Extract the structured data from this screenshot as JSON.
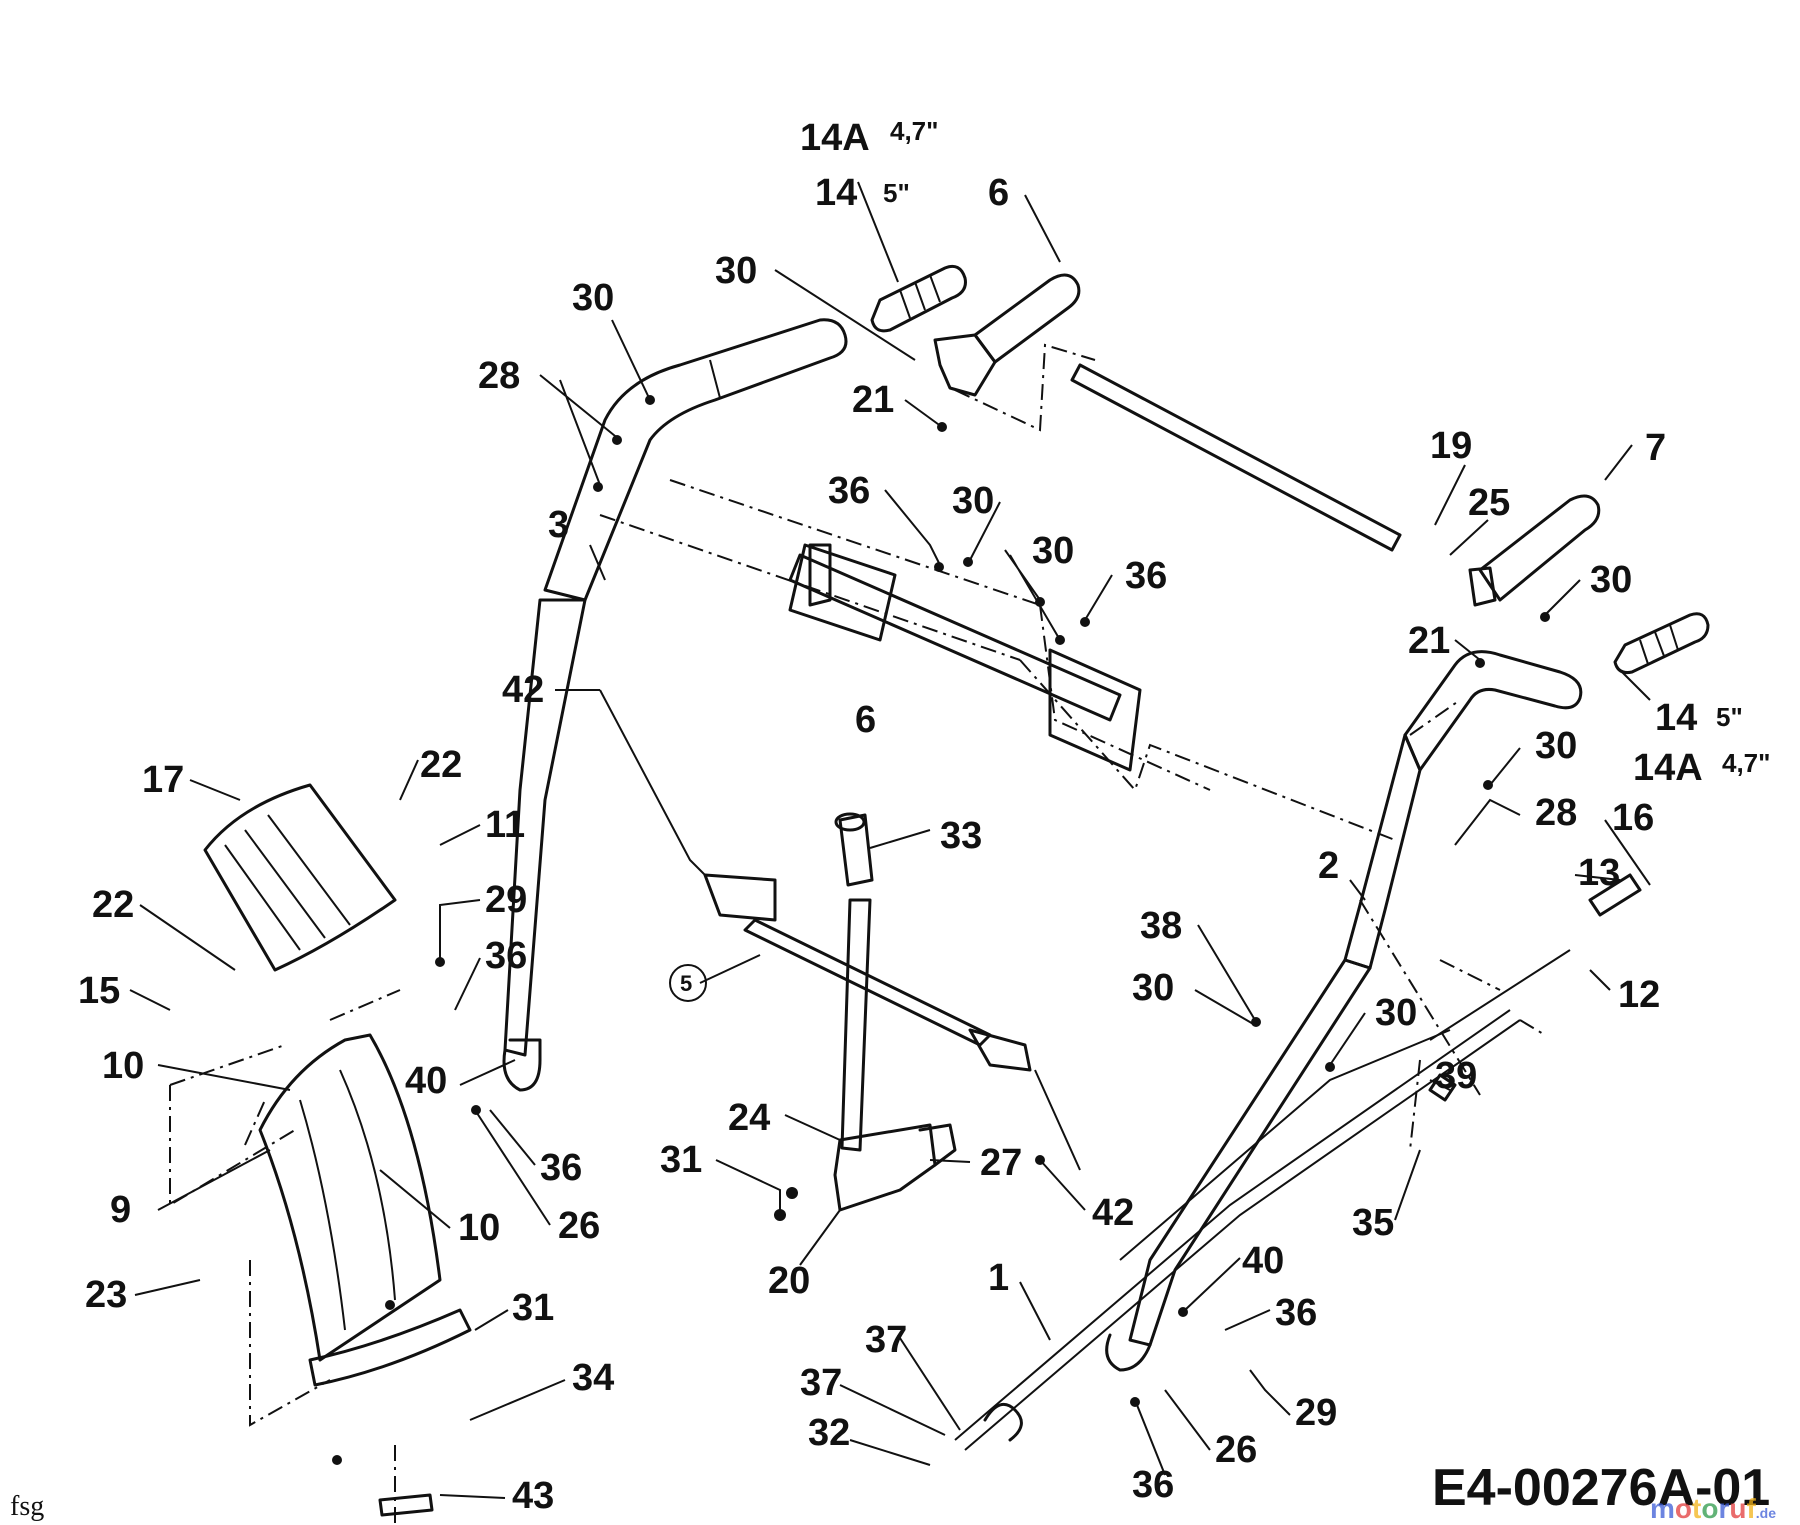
{
  "drawing_id": "E4-00276A-01",
  "corner_note": "fsg",
  "watermark": {
    "text": "motoruf",
    "suffix": ".de",
    "colors": [
      "#3b5bd6",
      "#e23b3b",
      "#f2b31a",
      "#2e9a4a"
    ]
  },
  "callouts": [
    {
      "id": "14a-top",
      "num": "14A",
      "size": "4,7\""
    },
    {
      "id": "14-top",
      "num": "14",
      "size": "5\""
    },
    {
      "id": "6-top",
      "num": "6"
    },
    {
      "id": "30-a",
      "num": "30"
    },
    {
      "id": "30-b",
      "num": "30"
    },
    {
      "id": "28-left",
      "num": "28"
    },
    {
      "id": "21-left",
      "num": "21"
    },
    {
      "id": "3",
      "num": "3"
    },
    {
      "id": "36-mid",
      "num": "36"
    },
    {
      "id": "30-mid1",
      "num": "30"
    },
    {
      "id": "30-mid2",
      "num": "30"
    },
    {
      "id": "36-mid2",
      "num": "36"
    },
    {
      "id": "19",
      "num": "19"
    },
    {
      "id": "25",
      "num": "25"
    },
    {
      "id": "7",
      "num": "7"
    },
    {
      "id": "30-right",
      "num": "30"
    },
    {
      "id": "21-right",
      "num": "21"
    },
    {
      "id": "14-right",
      "num": "14",
      "size": "5\""
    },
    {
      "id": "14a-right",
      "num": "14A",
      "size": "4,7\""
    },
    {
      "id": "6-mid",
      "num": "6"
    },
    {
      "id": "30-right2",
      "num": "30"
    },
    {
      "id": "28-right",
      "num": "28"
    },
    {
      "id": "42-left",
      "num": "42"
    },
    {
      "id": "17",
      "num": "17"
    },
    {
      "id": "22-top",
      "num": "22"
    },
    {
      "id": "11",
      "num": "11"
    },
    {
      "id": "33",
      "num": "33"
    },
    {
      "id": "16",
      "num": "16"
    },
    {
      "id": "13",
      "num": "13"
    },
    {
      "id": "2",
      "num": "2"
    },
    {
      "id": "22-left",
      "num": "22"
    },
    {
      "id": "29-top",
      "num": "29"
    },
    {
      "id": "36-left",
      "num": "36"
    },
    {
      "id": "5",
      "num": "5"
    },
    {
      "id": "15",
      "num": "15"
    },
    {
      "id": "38",
      "num": "38"
    },
    {
      "id": "30-r3",
      "num": "30"
    },
    {
      "id": "30-r4",
      "num": "30"
    },
    {
      "id": "12",
      "num": "12"
    },
    {
      "id": "10-top",
      "num": "10"
    },
    {
      "id": "40-left",
      "num": "40"
    },
    {
      "id": "39",
      "num": "39"
    },
    {
      "id": "24",
      "num": "24"
    },
    {
      "id": "31-left",
      "num": "31"
    },
    {
      "id": "27",
      "num": "27"
    },
    {
      "id": "36-low",
      "num": "36"
    },
    {
      "id": "9",
      "num": "9"
    },
    {
      "id": "10-low",
      "num": "10"
    },
    {
      "id": "26-left",
      "num": "26"
    },
    {
      "id": "42-right",
      "num": "42"
    },
    {
      "id": "35",
      "num": "35"
    },
    {
      "id": "20",
      "num": "20"
    },
    {
      "id": "1",
      "num": "1"
    },
    {
      "id": "40-right",
      "num": "40"
    },
    {
      "id": "23",
      "num": "23"
    },
    {
      "id": "31-low",
      "num": "31"
    },
    {
      "id": "36-right",
      "num": "36"
    },
    {
      "id": "37-a",
      "num": "37"
    },
    {
      "id": "34",
      "num": "34"
    },
    {
      "id": "37-b",
      "num": "37"
    },
    {
      "id": "29-low",
      "num": "29"
    },
    {
      "id": "32",
      "num": "32"
    },
    {
      "id": "26-right",
      "num": "26"
    },
    {
      "id": "36-bottom",
      "num": "36"
    },
    {
      "id": "43",
      "num": "43"
    }
  ]
}
